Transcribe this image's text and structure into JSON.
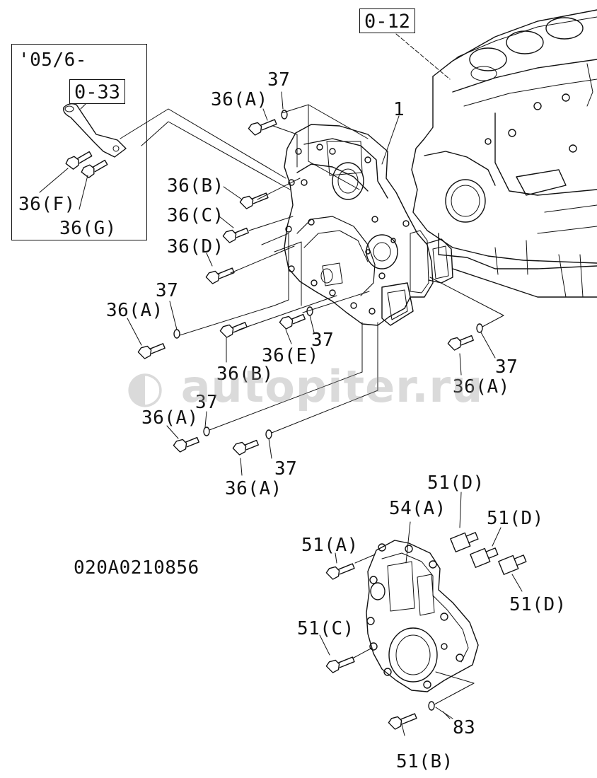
{
  "ref_boxes": {
    "main_ref": "0-12",
    "inset_ref": "0-33"
  },
  "inset_date": "'05/6-",
  "diagram_code": "020A0210856",
  "watermark": "autopiter.ru",
  "labels": {
    "l37_top": "37",
    "l36a_top": "36(A)",
    "l1": "1",
    "l36f": "36(F)",
    "l36g": "36(G)",
    "l36b_top": "36(B)",
    "l36c": "36(C)",
    "l36d": "36(D)",
    "l37_left": "37",
    "l36a_left": "36(A)",
    "l37_mid": "37",
    "l36e": "36(E)",
    "l36b_mid": "36(B)",
    "l37_right": "37",
    "l36a_right": "36(A)",
    "l37_low": "37",
    "l36a_low": "36(A)",
    "l37_bottom": "37",
    "l36a_bottom": "36(A)",
    "l51d_top": "51(D)",
    "l54a": "54(A)",
    "l51d_mid": "51(D)",
    "l51a": "51(A)",
    "l51d_right": "51(D)",
    "l51c": "51(C)",
    "l83": "83",
    "l51b": "51(B)"
  }
}
